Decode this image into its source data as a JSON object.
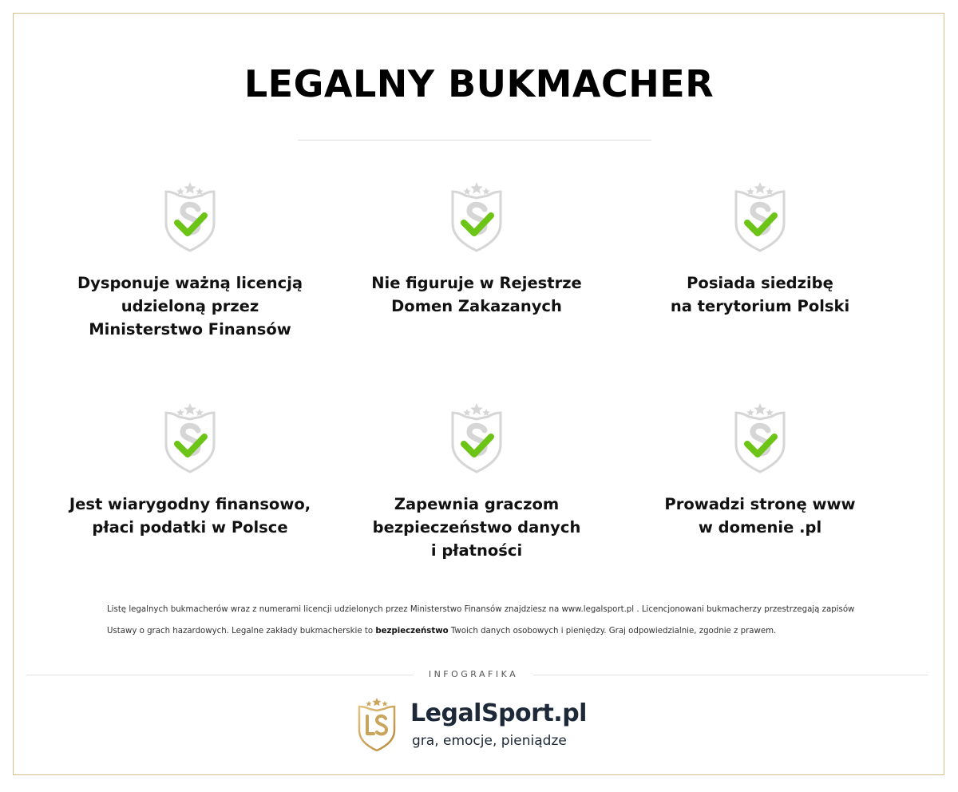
{
  "title": "LEGALNY BUKMACHER",
  "features": [
    {
      "label": "Dysponuje ważną licencją\nudzieloną przez\nMinisterstwo Finansów",
      "icon": "shield-check-icon"
    },
    {
      "label": "Nie figuruje w Rejestrze\nDomen Zakazanych",
      "icon": "shield-check-icon"
    },
    {
      "label": "Posiada siedzibę\nna terytorium Polski",
      "icon": "shield-check-icon"
    },
    {
      "label": "Jest wiarygodny finansowo,\npłaci podatki w Polsce",
      "icon": "shield-check-icon"
    },
    {
      "label": "Zapewnia graczom\nbezpieczeństwo danych\ni płatności",
      "icon": "shield-check-icon"
    },
    {
      "label": "Prowadzi stronę www\nw domenie .pl",
      "icon": "shield-check-icon"
    }
  ],
  "footnote": {
    "part1": "Listę legalnych bukmacherów wraz z numerami licencji udzielonych przez Ministerstwo Finansów znajdziesz na www.legalsport.pl .  Licencjonowani bukmacherzy przestrzegają zapisów Ustawy o grach hazardowych.   Legalne zakłady bukmacherskie to ",
    "bold": "bezpieczeństwo",
    "part2": " Twoich danych osobowych i pieniędzy.  Graj odpowiedzialnie, zgodnie z prawem."
  },
  "footer": {
    "section_label": "INFOGRAFIKA",
    "brand_name": "LegalSport.pl",
    "tagline": "gra, emocje, pieniądze"
  },
  "colors": {
    "check_green": "#6cc516",
    "shield_gray": "#d6d6d6",
    "gold": "#c9a45a",
    "brand_navy": "#1d2838",
    "frame_border": "#d8c08a"
  }
}
